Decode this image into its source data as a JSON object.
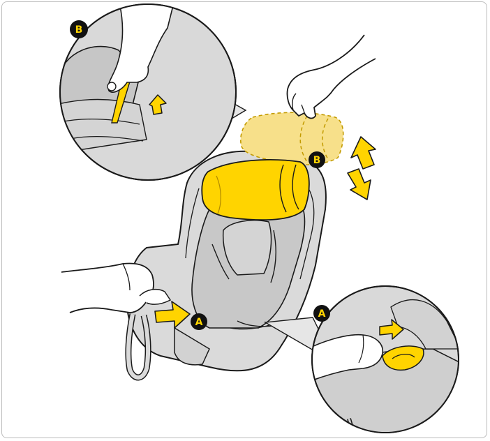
{
  "labels": {
    "callout_top": "B",
    "headrest_marker": "B",
    "release_marker": "A",
    "callout_bottom": "A"
  },
  "colors": {
    "highlight": "#ffd400",
    "highlight_stroke": "#b08900",
    "ghost_fill": "#f7e08a",
    "seat_fill": "#dadada",
    "seat_dark": "#c8c8c8",
    "outline": "#1a1a1a",
    "badge": "#111111"
  },
  "icons": {
    "arrows": [
      "up-down-adjust-arrows",
      "push-arrow",
      "lift-arrow"
    ],
    "hands": [
      "hand-lifting-headrest",
      "hand-holding-seat",
      "hand-pressing-release"
    ]
  }
}
